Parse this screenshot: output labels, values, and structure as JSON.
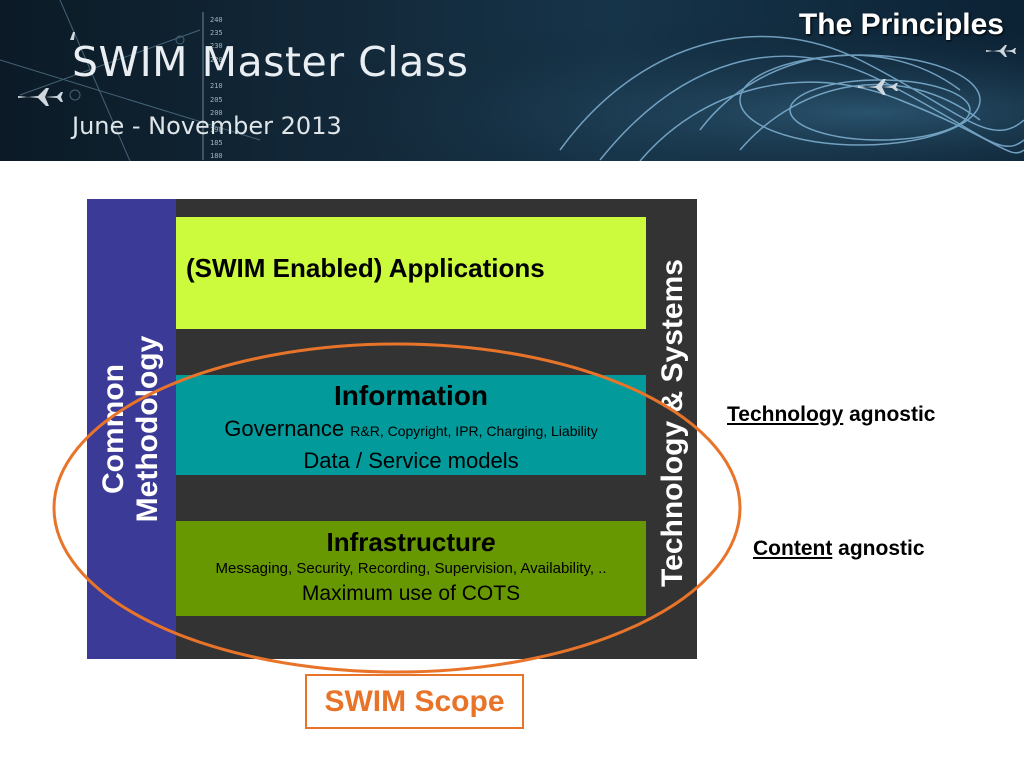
{
  "banner": {
    "title": "SWIM Master Class",
    "subtitle": "June - November 2013",
    "altitude_ticks": [
      "240",
      "235",
      "230",
      "220",
      "210",
      "205",
      "200",
      "190",
      "185",
      "180"
    ]
  },
  "slide": {
    "title": "The Principles"
  },
  "diagram": {
    "left_column": {
      "line1": "Common",
      "line2": "Methodology"
    },
    "right_column": {
      "label": "Technology & Systems"
    },
    "applications": {
      "label": "(SWIM Enabled) Applications"
    },
    "information": {
      "title": "Information",
      "governance": "Governance",
      "governance_detail": "R&R, Copyright, IPR, Charging, Liability",
      "models": "Data / Service models"
    },
    "infrastructure": {
      "title_main": "Infrastructur",
      "title_tail": "e",
      "detail": "Messaging, Security, Recording, Supervision, Availability, ..",
      "cots": "Maximum use of COTS"
    }
  },
  "notes": {
    "technology_word": "Technology",
    "technology_rest": " agnostic",
    "content_word": "Content",
    "content_rest": " agnostic"
  },
  "scope": {
    "label": "SWIM Scope"
  },
  "colors": {
    "methodology": "#3b3a96",
    "applications": "#ccfa3c",
    "information": "#029a9b",
    "infrastructure": "#679802",
    "frame": "#333333",
    "scope": "#e8742a"
  }
}
